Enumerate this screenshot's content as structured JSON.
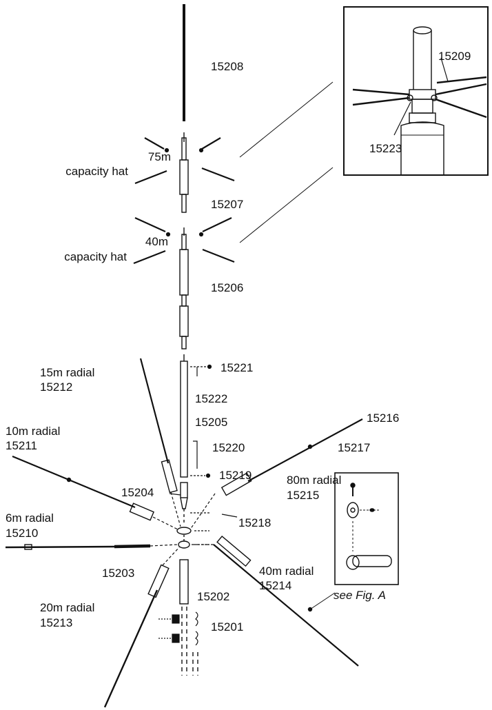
{
  "labels": {
    "p15208": "15208",
    "p15209": "15209",
    "p15223": "15223",
    "hat75_a": "75m",
    "hat75_b": "capacity hat",
    "p15207": "15207",
    "hat40_a": "40m",
    "hat40_b": "capacity hat",
    "p15206": "15206",
    "r15_a": "15m radial",
    "r15_b": "15212",
    "p15221": "15221",
    "p15222": "15222",
    "p15205": "15205",
    "p15216": "15216",
    "p15217": "15217",
    "r10_a": "10m radial",
    "r10_b": "15211",
    "p15220": "15220",
    "p15219": "15219",
    "r80_a": "80m radial",
    "r80_b": "15215",
    "p15204": "15204",
    "p15218": "15218",
    "r6_a": "6m radial",
    "r6_b": "15210",
    "p15203": "15203",
    "r40_a": "40m radial",
    "r40_b": "15214",
    "p15202": "15202",
    "r20_a": "20m radial",
    "r20_b": "15213",
    "see_fig": "see Fig. A",
    "p15201": "15201"
  },
  "colors": {
    "ink": "#111111",
    "paper": "#ffffff"
  }
}
